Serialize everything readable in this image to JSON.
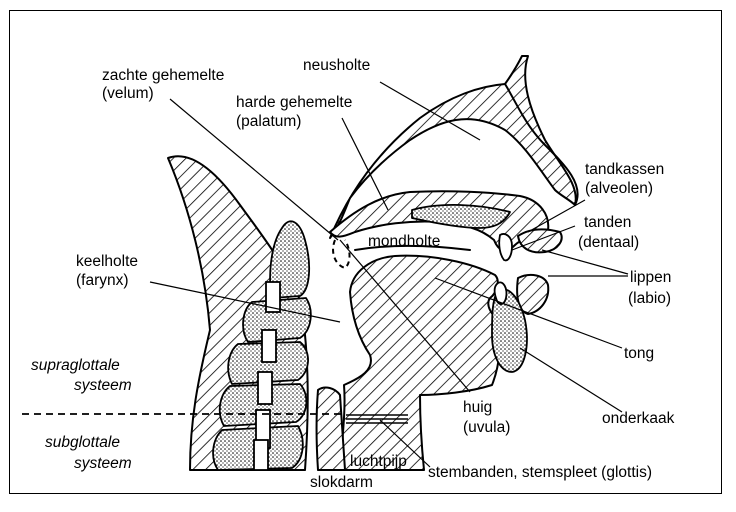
{
  "labels": {
    "zachte_gehemelte": "zachte gehemelte",
    "velum": "(velum)",
    "neusholte": "neusholte",
    "harde_gehemelte": "harde gehemelte",
    "palatum": "(palatum)",
    "tandkassen": "tandkassen",
    "alveolen": "(alveolen)",
    "tanden": "tanden",
    "dentaal": "(dentaal)",
    "mondholte": "mondholte",
    "keelholte": "keelholte",
    "farynx": "(farynx)",
    "lippen": "lippen",
    "labio": "(labio)",
    "tong": "tong",
    "supraglottale_1": "supraglottale",
    "supraglottale_2": "systeem",
    "subglottale_1": "subglottale",
    "subglottale_2": "systeem",
    "huig": "huig",
    "uvula": "(uvula)",
    "onderkaak": "onderkaak",
    "luchtpijp": "luchtpijp",
    "slokdarm": "slokdarm",
    "stembanden": "stembanden, stemspleet (glottis)"
  }
}
